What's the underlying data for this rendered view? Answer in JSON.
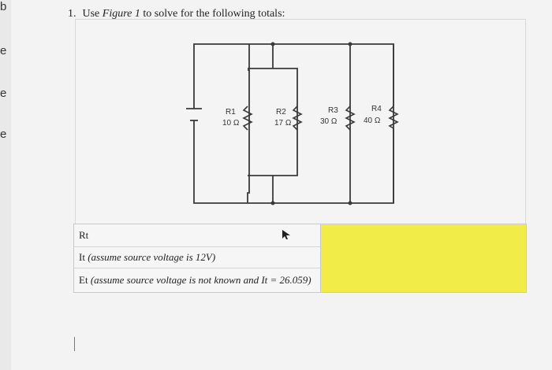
{
  "left_edge": {
    "letters": [
      "b",
      "e",
      "e",
      "e"
    ]
  },
  "question": {
    "number": "1.",
    "prefix": "Use ",
    "figure_ref": "Figure 1",
    "suffix": " to solve for the following totals:"
  },
  "circuit": {
    "resistors": [
      {
        "name": "R1",
        "value": "10 Ω"
      },
      {
        "name": "R2",
        "value": "17 Ω"
      },
      {
        "name": "R3",
        "value": "30 Ω"
      },
      {
        "name": "R4",
        "value": "40 Ω"
      }
    ]
  },
  "table": {
    "rows": [
      {
        "label": "Rt",
        "note": ""
      },
      {
        "label": "It",
        "note": "(assume source voltage is 12V)"
      },
      {
        "label": "Et",
        "note": "(assume source voltage is not known and It = 26.059)"
      }
    ]
  },
  "colors": {
    "answer_fill": "#f2ec49",
    "wire": "#3a3a3a"
  }
}
